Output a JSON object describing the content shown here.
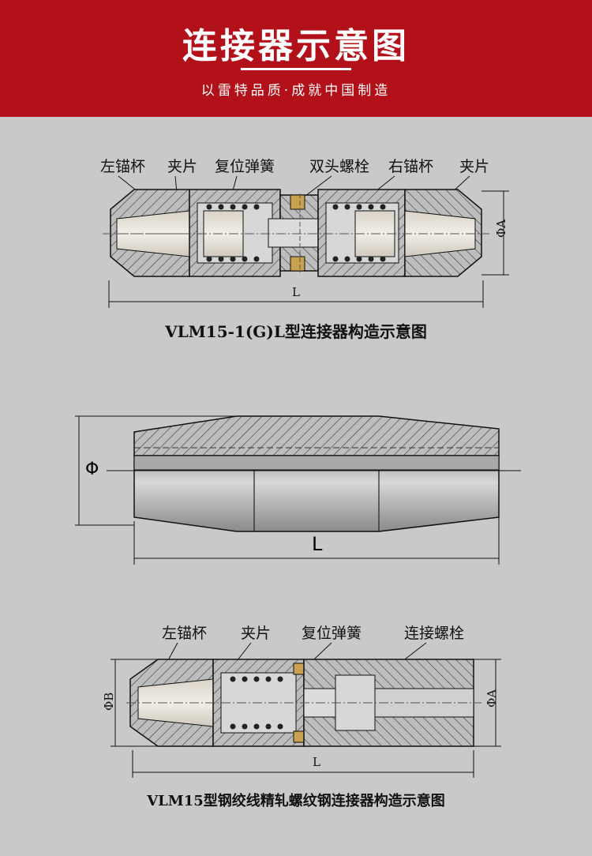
{
  "header": {
    "title": "连接器示意图",
    "subtitle": "以雷特品质·成就中国制造"
  },
  "diagram1": {
    "labels": [
      "左锚杯",
      "夹片",
      "复位弹簧",
      "双头螺栓",
      "右锚杯",
      "夹片"
    ],
    "dim_length": "L",
    "dim_diameter": "ΦA",
    "caption": "VLM15-1(G)L型连接器构造示意图"
  },
  "diagram2": {
    "dim_length": "L",
    "dim_diameter": "Φ"
  },
  "diagram3": {
    "labels": [
      "左锚杯",
      "夹片",
      "复位弹簧",
      "连接螺栓"
    ],
    "dim_length": "L",
    "dim_diameter_left": "ΦB",
    "dim_diameter_right": "ΦA",
    "caption": "VLM15型钢绞线精轧螺纹钢连接器构造示意图"
  },
  "colors": {
    "banner": "#b3111a",
    "background": "#c9c9c9",
    "body_fill": "#b8b8b8",
    "hatch": "#333333"
  }
}
